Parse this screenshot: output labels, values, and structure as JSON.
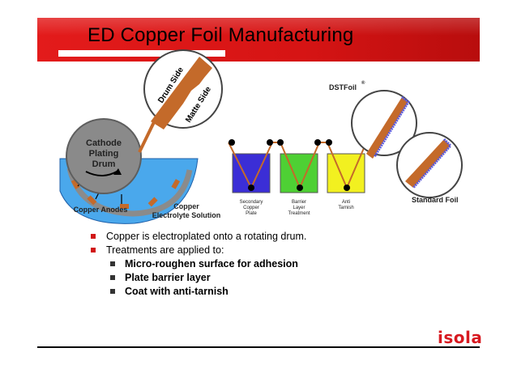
{
  "slide": {
    "title": "ED Copper Foil Manufacturing",
    "logo_text": "isola"
  },
  "diagram": {
    "cathode_label": [
      "Cathode",
      "Plating",
      "Drum"
    ],
    "copper_anodes_label": "Copper Anodes",
    "electrolyte_label": [
      "Copper",
      "Electrolyte Solution"
    ],
    "drum_side_label": "Drum Side",
    "matte_side_label": "Matte Side",
    "tanks": [
      {
        "label": [
          "Secondary",
          "Copper",
          "Plate"
        ],
        "color": "#3b2ed6"
      },
      {
        "label": [
          "Barrier",
          "Layer",
          "Treatment"
        ],
        "color": "#4ed034"
      },
      {
        "label": [
          "Anti",
          "Tarnish"
        ],
        "color": "#f2f020"
      }
    ],
    "dstfoil_label": "DSTFoil",
    "dstfoil_mark": "®",
    "standard_foil_label": "Standard Foil"
  },
  "bullets": [
    {
      "text": "Copper is electroplated onto a rotating drum.",
      "children": []
    },
    {
      "text": "Treatments are applied to:",
      "children": [
        "Micro-roughen surface for adhesion",
        "Plate barrier layer",
        "Coat with anti-tarnish"
      ]
    }
  ]
}
